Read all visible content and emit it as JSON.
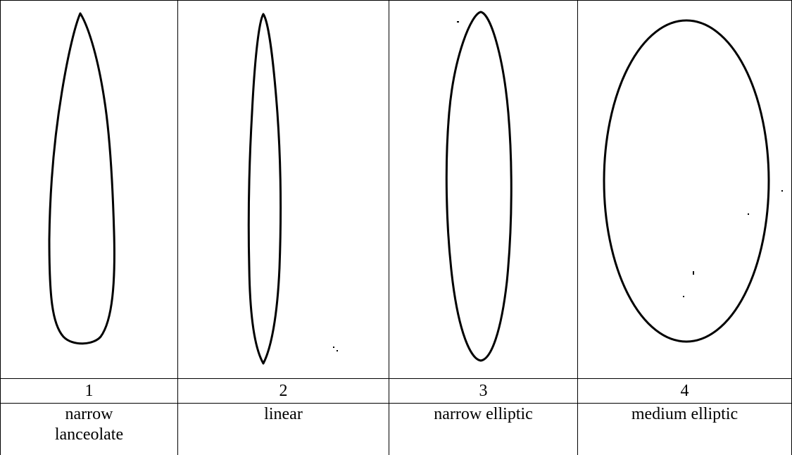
{
  "figure": {
    "columns": [
      {
        "number": "1",
        "name": "narrow lanceolate",
        "shape_icon": "narrow-lanceolate-leaf-outline"
      },
      {
        "number": "2",
        "name": "linear",
        "shape_icon": "linear-leaf-outline"
      },
      {
        "number": "3",
        "name": "narrow elliptic",
        "shape_icon": "narrow-elliptic-leaf-outline"
      },
      {
        "number": "4",
        "name": "medium elliptic",
        "shape_icon": "medium-elliptic-leaf-outline"
      }
    ]
  },
  "colors": {
    "line": "#000000",
    "background": "#ffffff"
  }
}
